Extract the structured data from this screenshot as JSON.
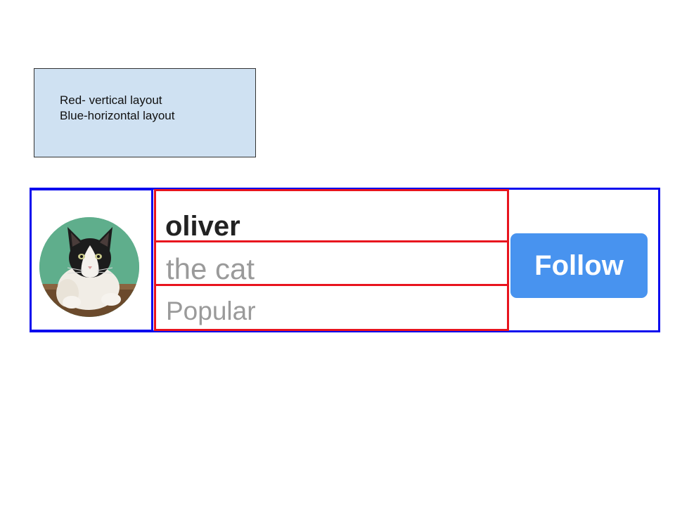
{
  "legend": {
    "line1": "Red- vertical layout",
    "line2": "Blue-horizontal layout",
    "background_color": "#cfe1f2"
  },
  "colors": {
    "horizontal_layout_border": "#0a0aee",
    "vertical_layout_border": "#e8141e",
    "button_background": "#4893ef"
  },
  "profile": {
    "avatar_icon": "cat-photo",
    "name": "oliver",
    "description": "the cat",
    "tag": "Popular",
    "follow_label": "Follow"
  }
}
